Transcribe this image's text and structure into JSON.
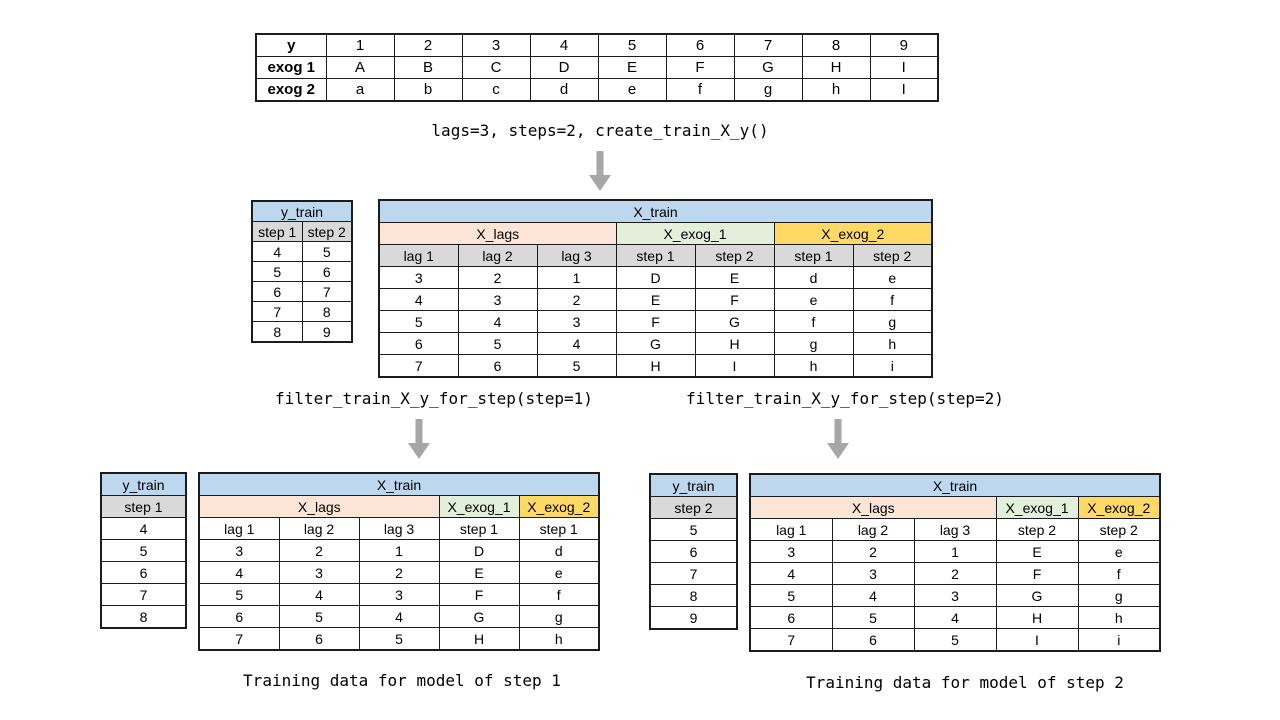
{
  "colors": {
    "table_title_bg": "#BDD7EE",
    "subheader_bg": "#D9D9D9",
    "x_lags_bg": "#FCE4D6",
    "x_exog_1_bg": "#E2EFDA",
    "x_exog_2_bg": "#FFD966",
    "arrow": "#A6A6A6",
    "border": "#1c1c1c"
  },
  "labels": {
    "create_code": "lags=3, steps=2, create_train_X_y()",
    "filter_step1_code": "filter_train_X_y_for_step(step=1)",
    "filter_step2_code": "filter_train_X_y_for_step(step=2)",
    "caption_step1": "Training data for model of step 1",
    "caption_step2": "Training data for model of step 2"
  },
  "source_table": {
    "rows": [
      {
        "label": "y",
        "values": [
          "1",
          "2",
          "3",
          "4",
          "5",
          "6",
          "7",
          "8",
          "9"
        ]
      },
      {
        "label": "exog 1",
        "values": [
          "A",
          "B",
          "C",
          "D",
          "E",
          "F",
          "G",
          "H",
          "I"
        ]
      },
      {
        "label": "exog 2",
        "values": [
          "a",
          "b",
          "c",
          "d",
          "e",
          "f",
          "g",
          "h",
          "I"
        ]
      }
    ]
  },
  "middle": {
    "y_train": {
      "title": "y_train",
      "header_bg": "#D9D9D9",
      "headers": [
        "step 1",
        "step 2"
      ],
      "rows": [
        [
          "4",
          "5"
        ],
        [
          "5",
          "6"
        ],
        [
          "6",
          "7"
        ],
        [
          "7",
          "8"
        ],
        [
          "8",
          "9"
        ]
      ]
    },
    "x_train": {
      "title": "X_train",
      "header_bg": "#D9D9D9",
      "groups": [
        {
          "label": "X_lags",
          "span": 3,
          "bg": "#FCE4D6"
        },
        {
          "label": "X_exog_1",
          "span": 2,
          "bg": "#E2EFDA"
        },
        {
          "label": "X_exog_2",
          "span": 2,
          "bg": "#FFD966"
        }
      ],
      "headers": [
        "lag 1",
        "lag 2",
        "lag 3",
        "step 1",
        "step 2",
        "step 1",
        "step 2"
      ],
      "rows": [
        [
          "3",
          "2",
          "1",
          "D",
          "E",
          "d",
          "e"
        ],
        [
          "4",
          "3",
          "2",
          "E",
          "F",
          "e",
          "f"
        ],
        [
          "5",
          "4",
          "3",
          "F",
          "G",
          "f",
          "g"
        ],
        [
          "6",
          "5",
          "4",
          "G",
          "H",
          "g",
          "h"
        ],
        [
          "7",
          "6",
          "5",
          "H",
          "I",
          "h",
          "i"
        ]
      ]
    }
  },
  "step1": {
    "y_train": {
      "title": "y_train",
      "header_bg": "#D9D9D9",
      "headers": [
        "step 1"
      ],
      "rows": [
        [
          "4"
        ],
        [
          "5"
        ],
        [
          "6"
        ],
        [
          "7"
        ],
        [
          "8"
        ]
      ]
    },
    "x_train": {
      "title": "X_train",
      "header_bg": "#FFFFFF",
      "groups": [
        {
          "label": "X_lags",
          "span": 3,
          "bg": "#FCE4D6"
        },
        {
          "label": "X_exog_1",
          "span": 1,
          "bg": "#E2EFDA"
        },
        {
          "label": "X_exog_2",
          "span": 1,
          "bg": "#FFD966"
        }
      ],
      "headers": [
        "lag 1",
        "lag 2",
        "lag 3",
        "step 1",
        "step 1"
      ],
      "rows": [
        [
          "3",
          "2",
          "1",
          "D",
          "d"
        ],
        [
          "4",
          "3",
          "2",
          "E",
          "e"
        ],
        [
          "5",
          "4",
          "3",
          "F",
          "f"
        ],
        [
          "6",
          "5",
          "4",
          "G",
          "g"
        ],
        [
          "7",
          "6",
          "5",
          "H",
          "h"
        ]
      ]
    }
  },
  "step2": {
    "y_train": {
      "title": "y_train",
      "header_bg": "#D9D9D9",
      "headers": [
        "step 2"
      ],
      "rows": [
        [
          "5"
        ],
        [
          "6"
        ],
        [
          "7"
        ],
        [
          "8"
        ],
        [
          "9"
        ]
      ]
    },
    "x_train": {
      "title": "X_train",
      "header_bg": "#FFFFFF",
      "groups": [
        {
          "label": "X_lags",
          "span": 3,
          "bg": "#FCE4D6"
        },
        {
          "label": "X_exog_1",
          "span": 1,
          "bg": "#E2EFDA"
        },
        {
          "label": "X_exog_2",
          "span": 1,
          "bg": "#FFD966"
        }
      ],
      "headers": [
        "lag 1",
        "lag 2",
        "lag 3",
        "step 2",
        "step 2"
      ],
      "rows": [
        [
          "3",
          "2",
          "1",
          "E",
          "e"
        ],
        [
          "4",
          "3",
          "2",
          "F",
          "f"
        ],
        [
          "5",
          "4",
          "3",
          "G",
          "g"
        ],
        [
          "6",
          "5",
          "4",
          "H",
          "h"
        ],
        [
          "7",
          "6",
          "5",
          "I",
          "i"
        ]
      ]
    }
  }
}
